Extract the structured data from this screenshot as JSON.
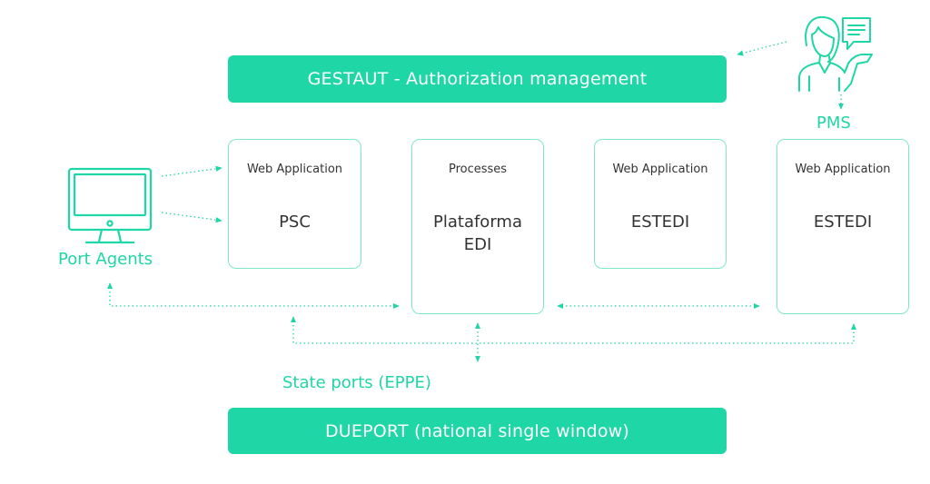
{
  "colors": {
    "accent": "#1fd6a6",
    "card_border": "#7fe8c9",
    "text": "#333333"
  },
  "bars": {
    "top": "GESTAUT - Authorization management",
    "bottom": "DUEPORT (national single window)"
  },
  "cards": [
    {
      "subtitle": "Web Application",
      "title": "PSC"
    },
    {
      "subtitle": "Processes",
      "title": "Plataforma\nEDI"
    },
    {
      "subtitle": "Web Application",
      "title": "ESTEDI"
    },
    {
      "subtitle": "Web Application",
      "title": "ESTEDI"
    }
  ],
  "actors": {
    "port_agents": {
      "label": "Port Agents",
      "icon": "desktop-monitor-icon"
    },
    "pms": {
      "label": "PMS",
      "icon": "person-chat-icon"
    },
    "state_ports": {
      "label": "State ports (EPPE)"
    }
  }
}
